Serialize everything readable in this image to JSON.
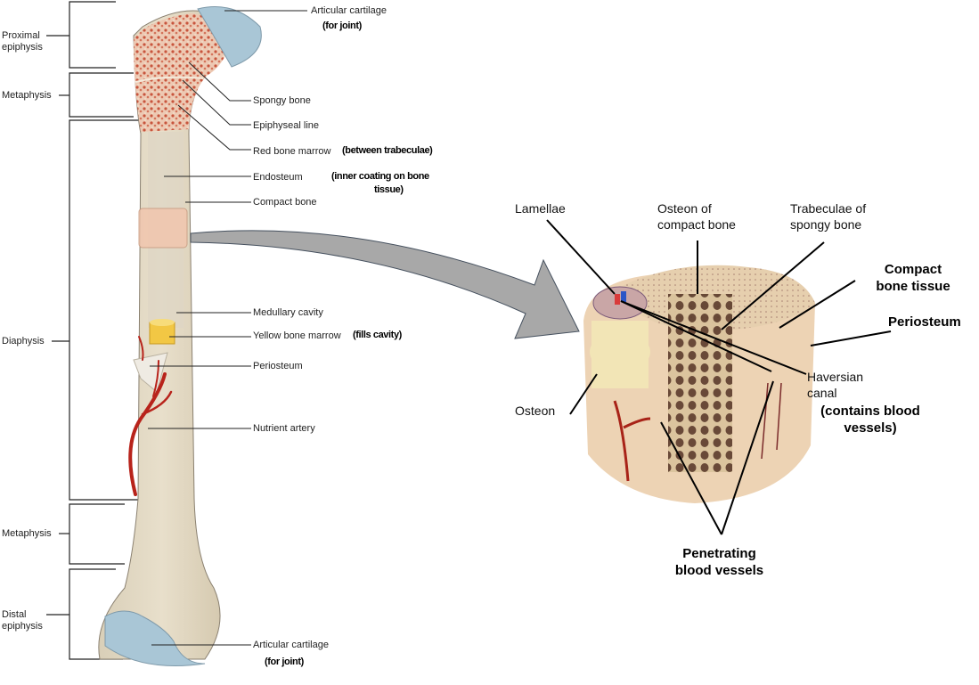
{
  "title": "Anatomy of a long bone",
  "regions": {
    "proximal_epiphysis": "Proximal epiphysis",
    "metaphysis_top": "Metaphysis",
    "diaphysis": "Diaphysis",
    "metaphysis_bottom": "Metaphysis",
    "distal_epiphysis": "Distal epiphysis"
  },
  "bone_labels": {
    "articular_cartilage_top": "Articular cartilage",
    "articular_cartilage_top_note": "(for joint)",
    "spongy_bone": "Spongy bone",
    "epiphyseal_line": "Epiphyseal line",
    "red_bone_marrow": "Red bone marrow",
    "red_bone_marrow_note": "(between trabeculae)",
    "endosteum": "Endosteum",
    "endosteum_note_1": "(inner coating on bone",
    "endosteum_note_2": "tissue)",
    "compact_bone": "Compact bone",
    "medullary_cavity": "Medullary cavity",
    "yellow_bone_marrow": "Yellow bone marrow",
    "yellow_bone_marrow_note": "(fills cavity)",
    "periosteum": "Periosteum",
    "nutrient_artery": "Nutrient artery",
    "articular_cartilage_bottom": "Articular cartilage",
    "articular_cartilage_bottom_note": "(for joint)"
  },
  "detail_labels": {
    "lamellae": "Lamellae",
    "osteon_compact_1": "Osteon of",
    "osteon_compact_2": "compact bone",
    "trabeculae_1": "Trabeculae of",
    "trabeculae_2": "spongy bone",
    "compact_tissue_1": "Compact",
    "compact_tissue_2": "bone tissue",
    "periosteum": "Periosteum",
    "haversian_1": "Haversian",
    "haversian_2": "canal",
    "haversian_note_1": "(contains blood",
    "haversian_note_2": "vessels)",
    "osteon": "Osteon",
    "penetrating_1": "Penetrating",
    "penetrating_2": "blood vessels"
  },
  "colors": {
    "bone": "#e3d9c3",
    "bone_shade": "#cfc3a8",
    "cartilage": "#a9c6d6",
    "spongy": "#d98a6a",
    "marrow_yellow": "#f2c744",
    "artery": "#b8231b",
    "arrow": "#a8a8a8"
  }
}
